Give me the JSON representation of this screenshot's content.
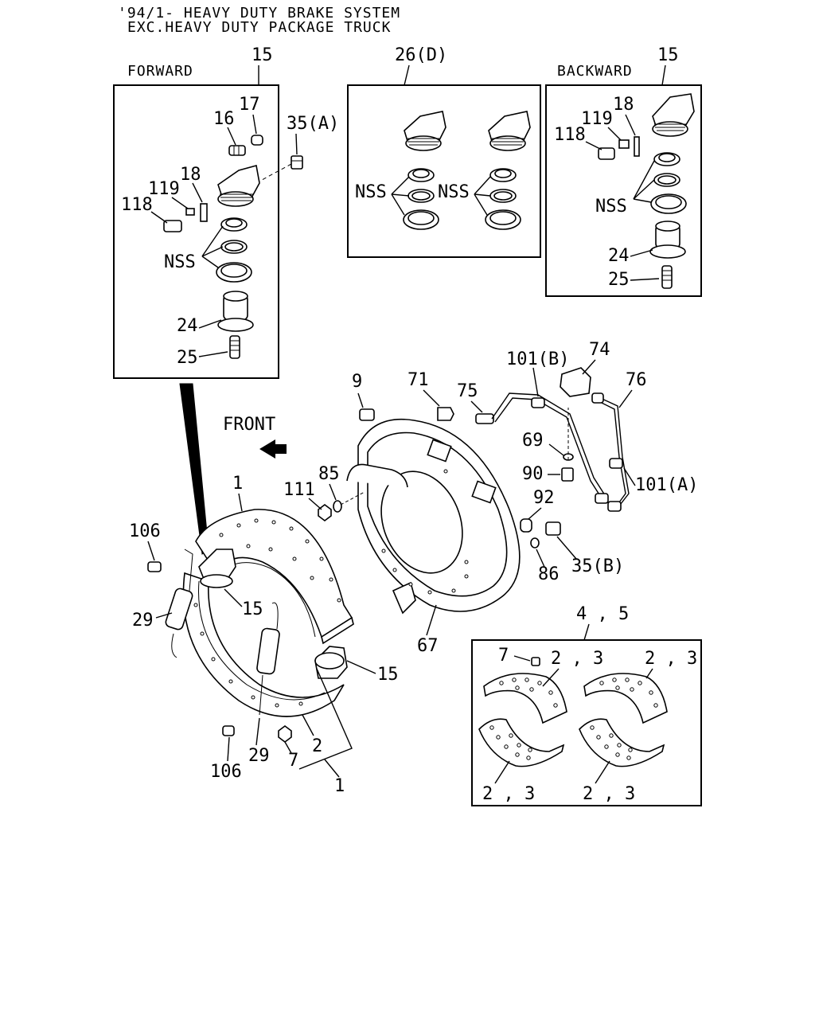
{
  "title": {
    "line1": "'94/1- HEAVY DUTY BRAKE SYSTEM",
    "line2": "EXC.HEAVY DUTY PACKAGE TRUCK"
  },
  "boxes": {
    "forward": {
      "heading": "FORWARD",
      "ref": "15"
    },
    "d_box": {
      "ref": "26(D)"
    },
    "backward": {
      "heading": "BACKWARD",
      "ref": "15"
    },
    "shoes": {
      "ref": "4 , 5"
    }
  },
  "labels": {
    "fwd_16": "16",
    "fwd_17": "17",
    "fwd_35a": "35(A)",
    "fwd_18": "18",
    "fwd_119": "119",
    "fwd_118": "118",
    "fwd_nss": "NSS",
    "fwd_24": "24",
    "fwd_25": "25",
    "d_nss_left": "NSS",
    "d_nss_right": "NSS",
    "bwd_18": "18",
    "bwd_119": "119",
    "bwd_118": "118",
    "bwd_nss": "NSS",
    "bwd_24": "24",
    "bwd_25": "25",
    "front": "FRONT",
    "p9": "9",
    "p71": "71",
    "p75": "75",
    "p101b": "101(B)",
    "p74": "74",
    "p76": "76",
    "p69": "69",
    "p90": "90",
    "p101a": "101(A)",
    "p92": "92",
    "p35b": "35(B)",
    "p86": "86",
    "p85": "85",
    "p111": "111",
    "p1_top": "1",
    "p106_top": "106",
    "p29_left": "29",
    "p15_mid": "15",
    "p15_low": "15",
    "p67": "67",
    "p106_bot": "106",
    "p29_bot": "29",
    "p7_bot": "7",
    "p2_bot": "2",
    "p1_bot": "1",
    "s7": "7",
    "s23_a": "2 , 3",
    "s23_b": "2 , 3",
    "s23_c": "2 , 3",
    "s23_d": "2 , 3"
  }
}
